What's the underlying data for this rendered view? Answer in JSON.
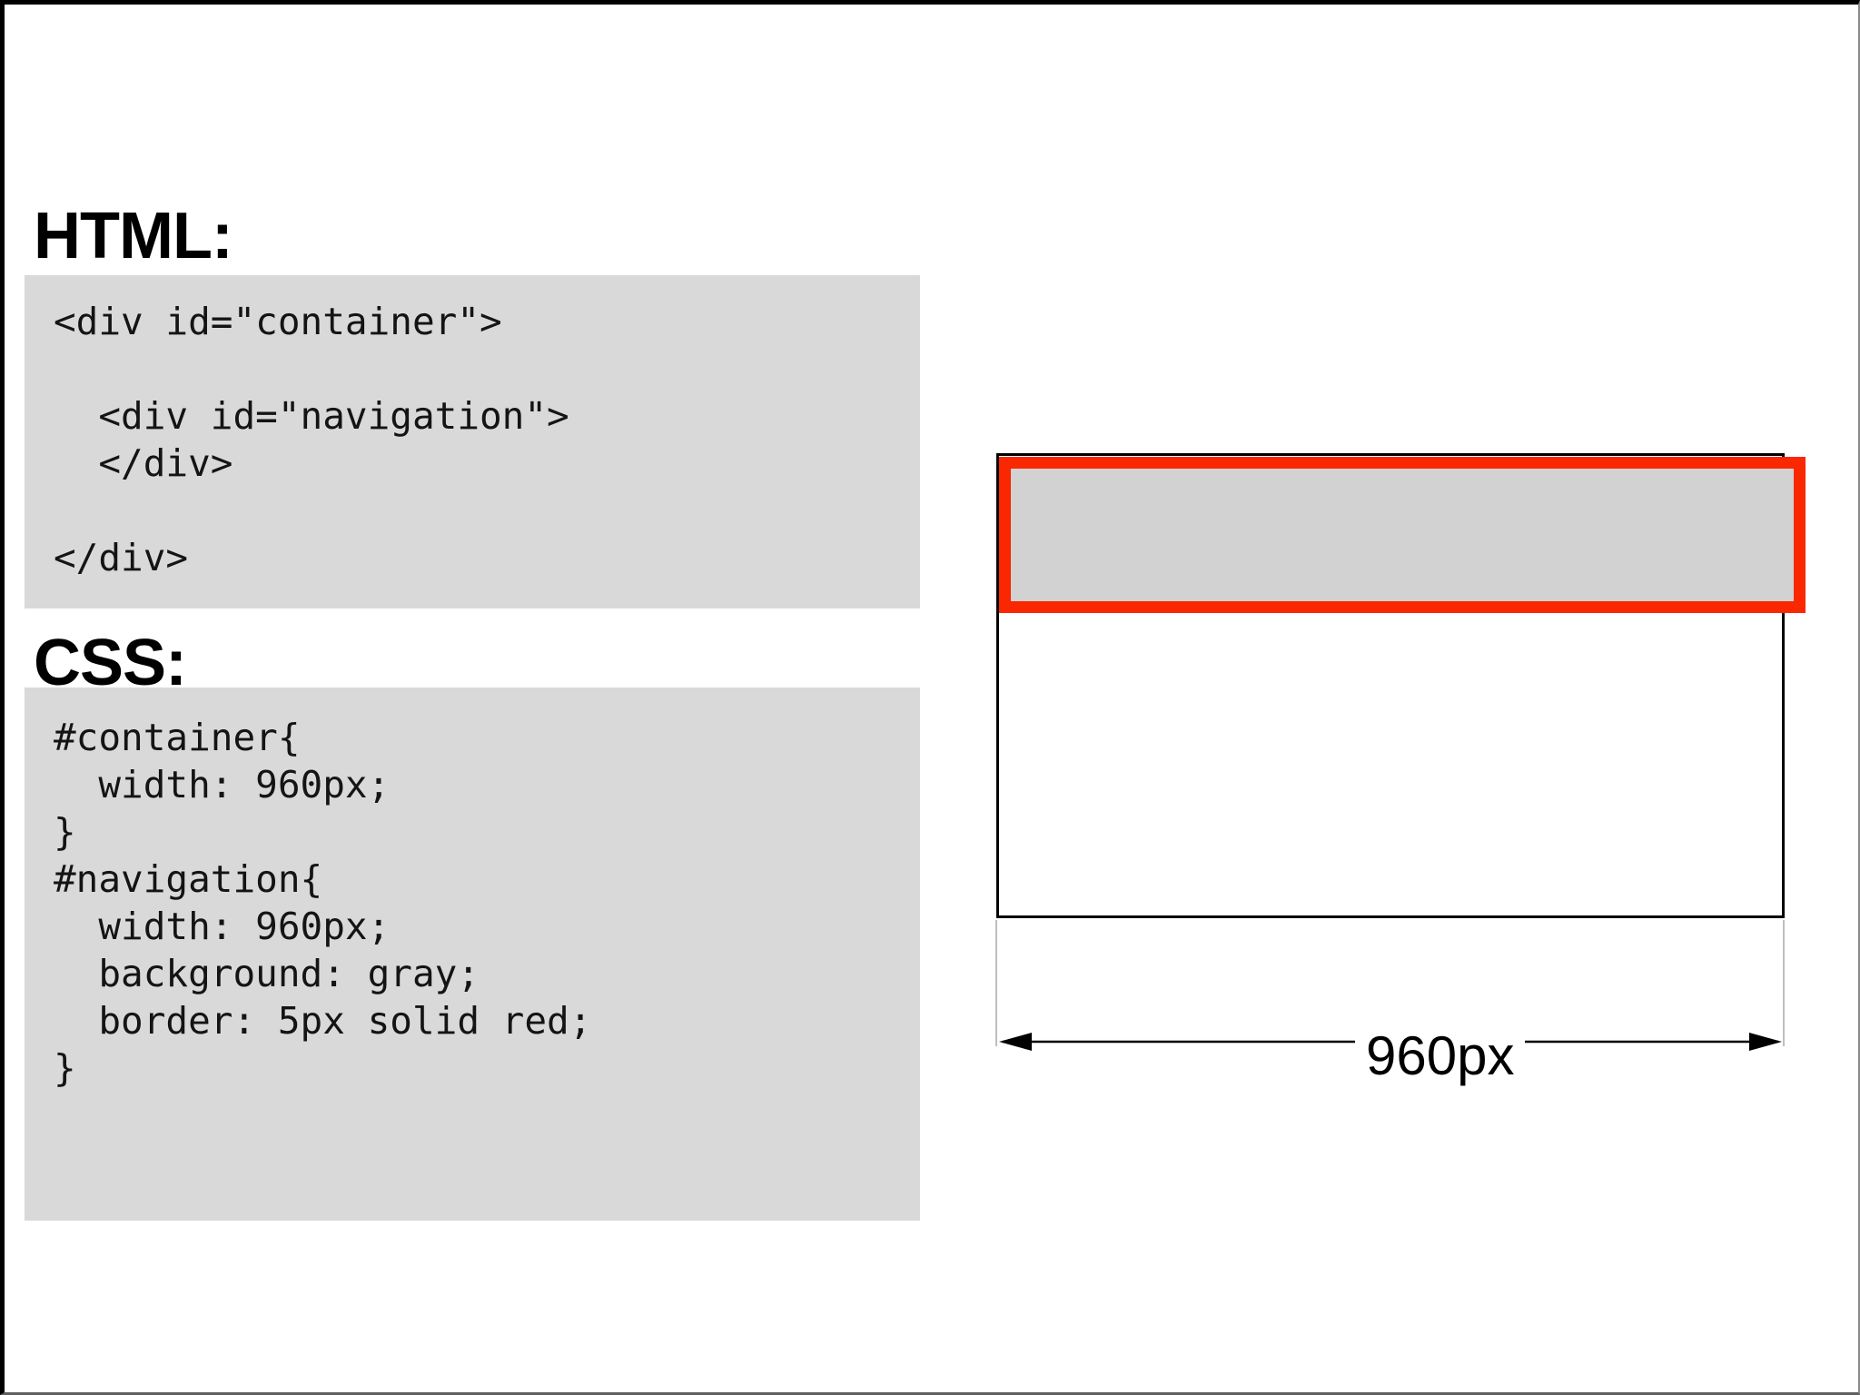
{
  "slide": {
    "html_section": {
      "heading": "HTML:",
      "code_lines": [
        "<div id=\"container\">",
        "",
        "  <div id=\"navigation\">",
        "  </div>",
        "",
        "</div>"
      ]
    },
    "css_section": {
      "heading": "CSS:",
      "code_lines": [
        "#container{",
        "  width: 960px;",
        "}",
        "#navigation{",
        "  width: 960px;",
        "  background: gray;",
        "  border: 5px solid red;",
        "}"
      ]
    },
    "diagram": {
      "width_label": "960px",
      "colors": {
        "navigation_border": "#fa2800",
        "navigation_fill": "#d2d2d2",
        "container_border": "#000000",
        "code_block_bg": "#d9d9d9"
      }
    }
  }
}
